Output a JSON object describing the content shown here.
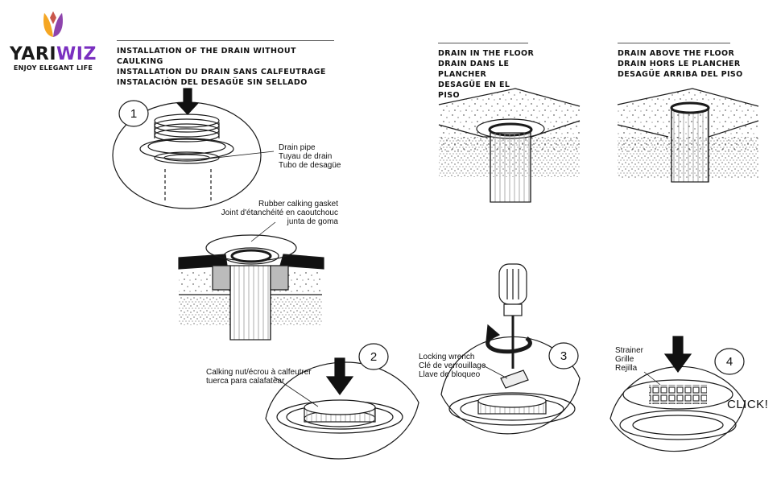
{
  "brand": {
    "name_a": "YARI",
    "name_b": "WIZ",
    "tagline": "ENJOY ELEGANT LIFE",
    "colors": {
      "petal_left": "#f5a623",
      "petal_right": "#8e44ad",
      "wordmark_accent": "#7a2fc0"
    }
  },
  "headers": {
    "main": [
      "INSTALLATION OF THE DRAIN WITHOUT CAULKING",
      "INSTALLATION DU DRAIN SANS CALFEUTRAGE",
      "INSTALACIÓN DEL DESAGÜE SIN SELLADO"
    ],
    "in_floor": [
      "DRAIN IN THE FLOOR",
      "DRAIN DANS LE PLANCHER",
      "DESAGÜE EN EL PISO"
    ],
    "above_floor": [
      "DRAIN ABOVE THE FLOOR",
      "DRAIN HORS LE PLANCHER",
      "DESAGÜE ARRIBA DEL PISO"
    ]
  },
  "steps": [
    "1",
    "2",
    "3",
    "4"
  ],
  "labels": {
    "drain_pipe": [
      "Drain pipe",
      "Tuyau de drain",
      "Tubo de desagüe"
    ],
    "gasket": [
      "Rubber calking gasket",
      "Joint d'étanchéité en caoutchouc",
      "junta de goma"
    ],
    "nut": [
      "Calking nut/écrou à calfeutrer",
      "tuerca para calafatear"
    ],
    "wrench": [
      "Locking wrench",
      "Clé de verrouillage",
      "Llave de bloqueo"
    ],
    "strainer": [
      "Strainer",
      "Grille",
      "Rejilla"
    ],
    "click": "CLICK!"
  },
  "icons": [
    "down-arrow-icon",
    "rotate-arrow-icon",
    "screwdriver-icon",
    "tulip-logo-icon"
  ]
}
